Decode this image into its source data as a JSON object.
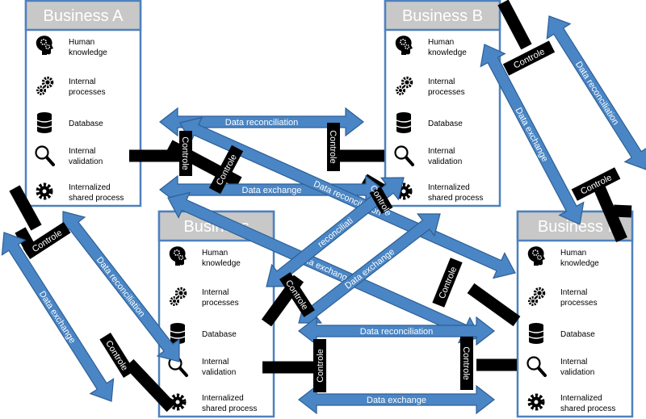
{
  "businesses": [
    {
      "title": "Business A"
    },
    {
      "title": "Business B"
    },
    {
      "title": "Business"
    },
    {
      "title": "Business I"
    }
  ],
  "items": [
    {
      "icon": "head-gears-icon",
      "lines": [
        "Human",
        "knowledge"
      ]
    },
    {
      "icon": "gears-icon",
      "lines": [
        "Internal",
        "processes"
      ]
    },
    {
      "icon": "database-icon",
      "lines": [
        "Database"
      ]
    },
    {
      "icon": "magnifier-icon",
      "lines": [
        "Internal",
        "validation"
      ]
    },
    {
      "icon": "gear-icon",
      "lines": [
        "Internalized",
        "shared process"
      ]
    }
  ],
  "labels": {
    "data_reconciliation": "Data reconciliation",
    "data_exchange": "Data exchange",
    "controle": "Controle",
    "partial_reconciliation": "reconciliati"
  },
  "colors": {
    "arrow_fill": "#4a86c5",
    "arrow_stroke": "#2d5f96",
    "box_border": "#4f81bd",
    "title_bg": "#c8c8c8",
    "bar": "#000000"
  }
}
